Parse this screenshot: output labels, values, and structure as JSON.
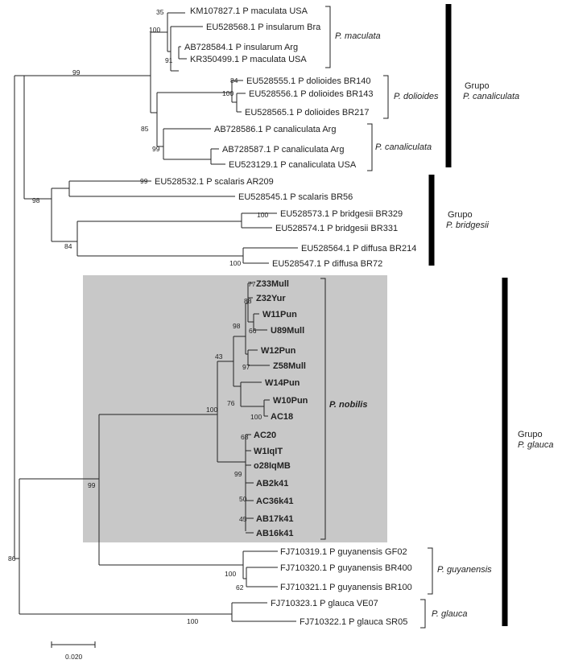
{
  "tips": {
    "km107827": "KM107827.1 P maculata USA",
    "eu528568": "EU528568.1 P insularum Bra",
    "ab728584": "AB728584.1 P insularum Arg",
    "kr350499": "KR350499.1 P maculata USA",
    "eu528555": "EU528555.1 P dolioides BR140",
    "eu528556": "EU528556.1 P dolioides BR143",
    "eu528565": "EU528565.1 P dolioides BR217",
    "ab728586": "AB728586.1 P canaliculata Arg",
    "ab728587": "AB728587.1 P canaliculata Arg",
    "eu523129": "EU523129.1 P canaliculata USA",
    "eu528532": "EU528532.1 P scalaris AR209",
    "eu528545": "EU528545.1 P scalaris BR56",
    "eu528573": "EU528573.1 P bridgesii BR329",
    "eu528574": "EU528574.1 P bridgesii BR331",
    "eu528564": "EU528564.1 P diffusa BR214",
    "eu528547": "EU528547.1 P diffusa BR72",
    "z33mull": "Z33Mull",
    "z32yur": "Z32Yur",
    "w11pun": "W11Pun",
    "u89mull": "U89Mull",
    "w12pun": "W12Pun",
    "z58mull": "Z58Mull",
    "w14pun": "W14Pun",
    "w10pun": "W10Pun",
    "ac18": "AC18",
    "ac20": "AC20",
    "w1iqit": "W1IqIT",
    "o28iqmb": "o28IqMB",
    "ab2k41": "AB2k41",
    "ac36k41": "AC36k41",
    "ab17k41": "AB17k41",
    "ab16k41": "AB16k41",
    "fj710319": "FJ710319.1 P guyanensis GF02",
    "fj710320": "FJ710320.1 P guyanensis BR400",
    "fj710321": "FJ710321.1 P guyanensis BR100",
    "fj710323": "FJ710323.1 P glauca VE07",
    "fj710322": "FJ710322.1 P glauca SR05"
  },
  "bootstrap": {
    "b35": "35",
    "b100a": "100",
    "b91": "91",
    "b99a": "99",
    "b84a": "84",
    "b100b": "100",
    "b85": "85",
    "b99b": "99",
    "b99c": "99",
    "b98a": "98",
    "b100c": "100",
    "b84b": "84",
    "b100d": "100",
    "b77": "77",
    "b88": "88",
    "b98b": "98",
    "b66": "66",
    "b43": "43",
    "b97": "97",
    "b100e": "100",
    "b76": "76",
    "b100f": "100",
    "b68": "68",
    "b99d": "99",
    "b50": "50",
    "b45": "45",
    "b99e": "99",
    "b86": "86",
    "b100g": "100",
    "b62": "62",
    "b100h": "100"
  },
  "clades": {
    "maculata": "P. maculata",
    "dolioides": "P. dolioides",
    "canaliculata": "P. canaliculata",
    "nobilis": "P. nobilis",
    "guyanensis": "P. guyanensis",
    "glauca": "P. glauca"
  },
  "groups": {
    "canaliculata_word": "Grupo",
    "canaliculata_name": "P. canaliculata",
    "bridgesii_word": "Grupo",
    "bridgesii_name": "P. bridgesii",
    "glauca_word": "Grupo",
    "glauca_name": "P. glauca"
  },
  "scale": {
    "label": "0.020"
  },
  "colors": {
    "highlight": "#c8c8c8",
    "line": "#222222"
  }
}
